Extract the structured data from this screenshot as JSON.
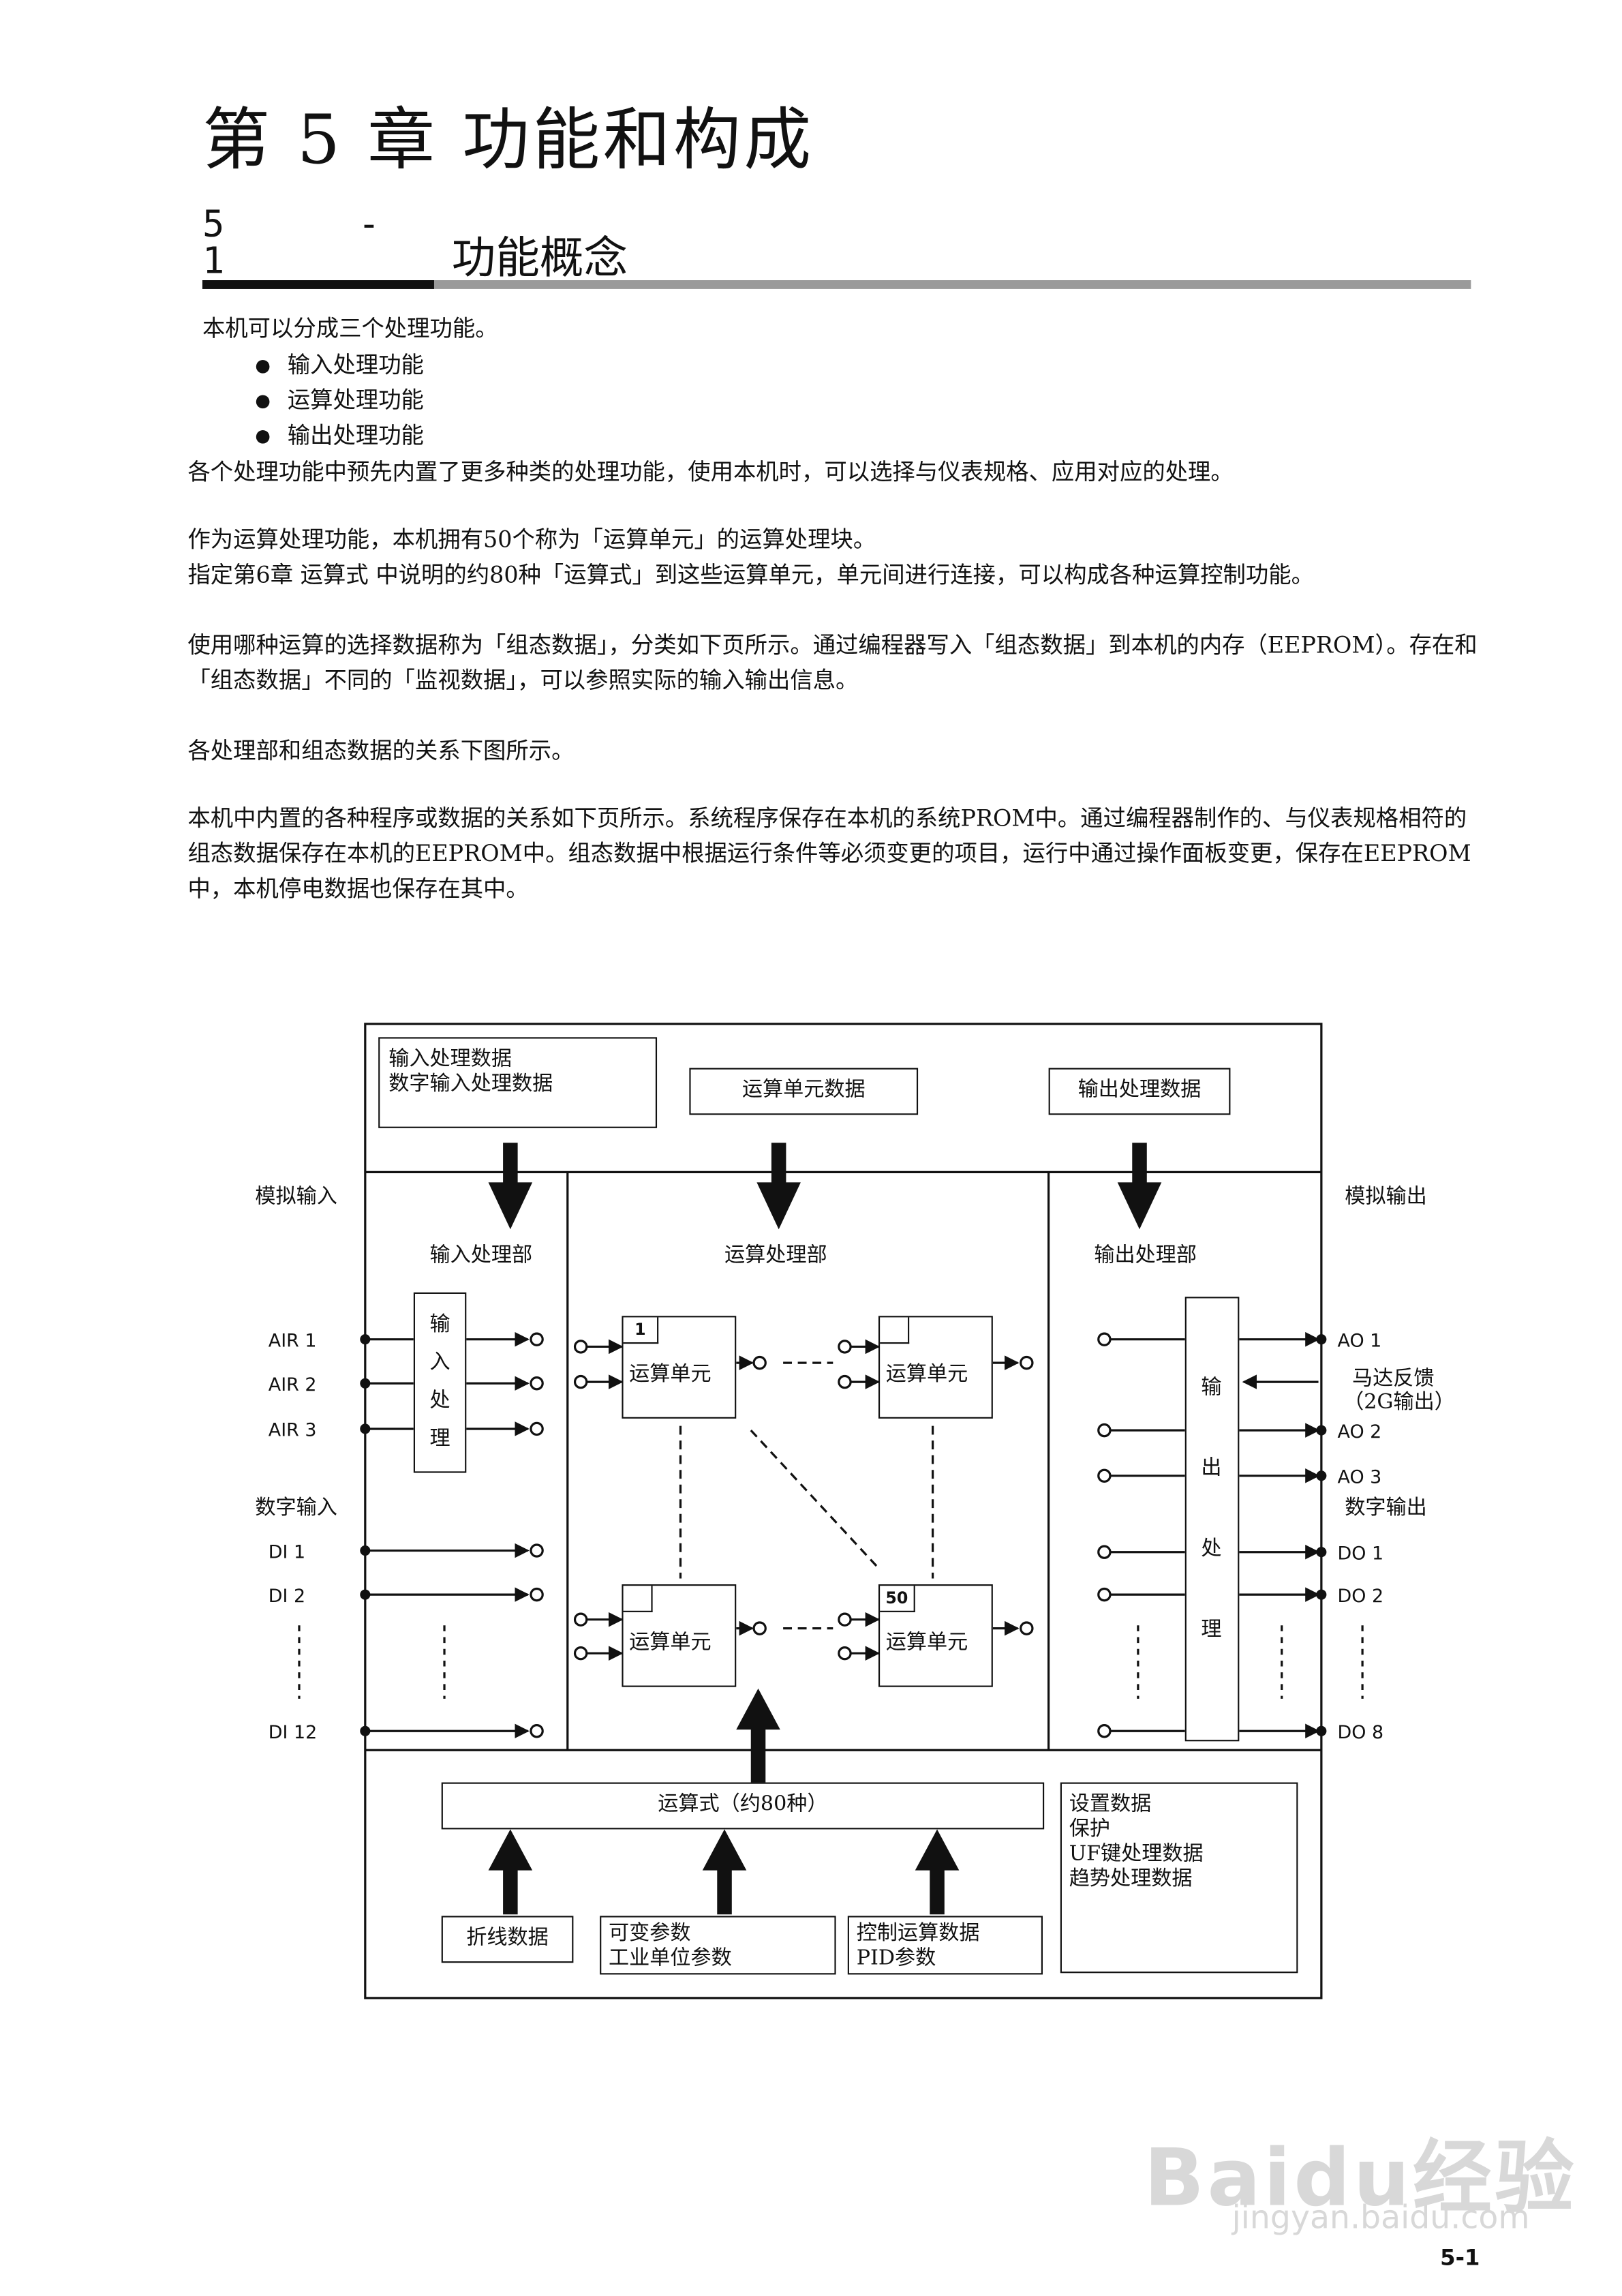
{
  "header": {
    "chapter_title": "第 5 章 功能和构成",
    "section_number": "5 - 1",
    "section_title": "功能概念"
  },
  "body": {
    "p1": "本机可以分成三个处理功能。",
    "bullets": [
      "输入处理功能",
      "运算处理功能",
      "输出处理功能"
    ],
    "p2": "各个处理功能中预先内置了更多种类的处理功能，使用本机时，可以选择与仪表规格、应用对应的处理。",
    "p3": "作为运算处理功能，本机拥有50个称为「运算单元」的运算处理块。",
    "p4": "指定第6章 运算式 中说明的约80种「运算式」到这些运算单元，单元间进行连接，可以构成各种运算控制功能。",
    "p5": "使用哪种运算的选择数据称为「组态数据」，分类如下页所示。通过编程器写入「组态数据」到本机的内存（EEPROM）。存在和「组态数据」不同的「监视数据」，可以参照实际的输入输出信息。",
    "p6": "各处理部和组态数据的关系下图所示。",
    "p7": "本机中内置的各种程序或数据的关系如下页所示。系统程序保存在本机的系统PROM中。通过编程器制作的、与仪表规格相符的组态数据保存在本机的EEPROM中。组态数据中根据运行条件等必须变更的项目，运行中通过操作面板变更，保存在EEPROM中，本机停电数据也保存在其中。"
  },
  "diagram": {
    "input_data_lines": [
      "输入处理数据",
      "数字输入处理数据"
    ],
    "calc_unit_data": "运算单元数据",
    "output_data": "输出处理数据",
    "analog_in": "模拟输入",
    "analog_out": "模拟输出",
    "input_section": "输入处理部",
    "calc_section": "运算处理部",
    "output_section": "输出处理部",
    "input_proc_chars": [
      "输",
      "入",
      "处",
      "理"
    ],
    "output_proc_chars": [
      "输",
      "出",
      "处",
      "理"
    ],
    "air_labels": [
      "AIR 1",
      "AIR 2",
      "AIR 3"
    ],
    "digital_in": "数字输入",
    "di_labels": [
      "DI 1",
      "DI 2",
      "DI 12"
    ],
    "unit_label": "运算单元",
    "unit_first_num": "1",
    "unit_last_num": "50",
    "ao_labels": [
      "AO 1",
      "AO 2",
      "AO 3"
    ],
    "motor_feedback_lines": [
      "马达反馈",
      "（2G输出）"
    ],
    "digital_out": "数字输出",
    "do_labels": [
      "DO 1",
      "DO 2",
      "DO 8"
    ],
    "formula_bar": "运算式（约80种）",
    "settings_lines": [
      "设置数据",
      "保护",
      "UF键处理数据",
      "趋势处理数据"
    ],
    "polyline_data": "折线数据",
    "variable_lines": [
      "可变参数",
      "工业单位参数"
    ],
    "control_lines": [
      "控制运算数据",
      "PID参数"
    ]
  },
  "footer": {
    "watermark": "Baidu经验",
    "watermark_url": "jingyan.baidu.com",
    "page_number": "5-1"
  }
}
